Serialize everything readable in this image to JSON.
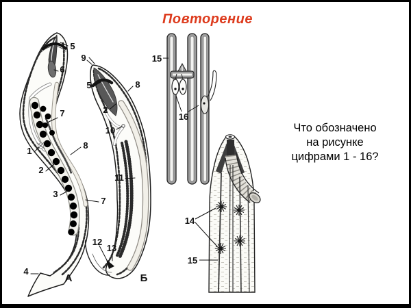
{
  "slide": {
    "title": "Повторение",
    "question": {
      "line1": "Что обозначено",
      "line2": "на рисунке",
      "line3": "цифрами 1 - 16?"
    }
  },
  "figure": {
    "panel_a": {
      "letter": "А",
      "labels": {
        "n1": "1",
        "n2": "2",
        "n3": "3",
        "n4": "4",
        "n5": "5",
        "n6": "6",
        "n7_upper": "7",
        "n7_lower": "7",
        "n8": "8"
      }
    },
    "panel_b": {
      "letter": "Б",
      "labels": {
        "n2": "2",
        "n5": "5",
        "n8": "8",
        "n9": "9",
        "n10": "10",
        "n11": "11",
        "n12": "12",
        "n13": "13"
      }
    },
    "excretory": {
      "labels": {
        "n15": "15",
        "n16": "16"
      }
    },
    "fragment": {
      "labels": {
        "n14": "14",
        "n15": "15"
      }
    }
  },
  "colors": {
    "title_red": "#dd3a1c",
    "ink": "#111111",
    "background": "#ffffff"
  }
}
